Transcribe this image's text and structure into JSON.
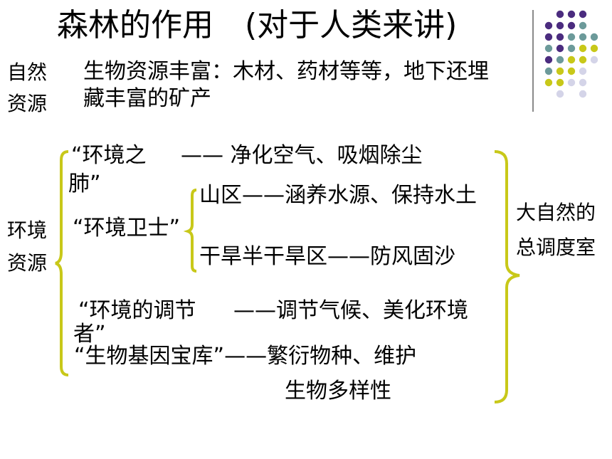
{
  "title": "森林的作用　(对于人类来讲)",
  "natural": {
    "label_line1": "自然",
    "label_line2": "资源",
    "text_line1": "生物资源丰富：木材、药材等等，地下还埋",
    "text_line2": "藏丰富的矿产"
  },
  "environment": {
    "label_line1": "环境",
    "label_line2": "资源",
    "lung_line1": "“环境之",
    "lung_line2": "肺”",
    "lung_desc": "—— 净化空气、吸烟除尘",
    "guard": "“环境卫士”",
    "mountain": "山区——涵养水源、保持水土",
    "arid": "干旱半干旱区——防风固沙",
    "regulator_line1": "“环境的调节",
    "regulator_line2": "者”",
    "regulator_desc": "——调节气候、美化环境",
    "gene_bank": "“生物基因宝库”——繁衍物种、维护",
    "gene_bank_line2": "生物多样性"
  },
  "summary": {
    "line1": "大自然的",
    "line2": "总调度室"
  },
  "colors": {
    "bracket": "#c8c819",
    "dot_purple": "#4b2c7f",
    "dot_teal": "#6c9a9a",
    "dot_yellow": "#c8c819",
    "dot_lavender": "#d4d4e8",
    "divider": "#8a8a8a"
  }
}
